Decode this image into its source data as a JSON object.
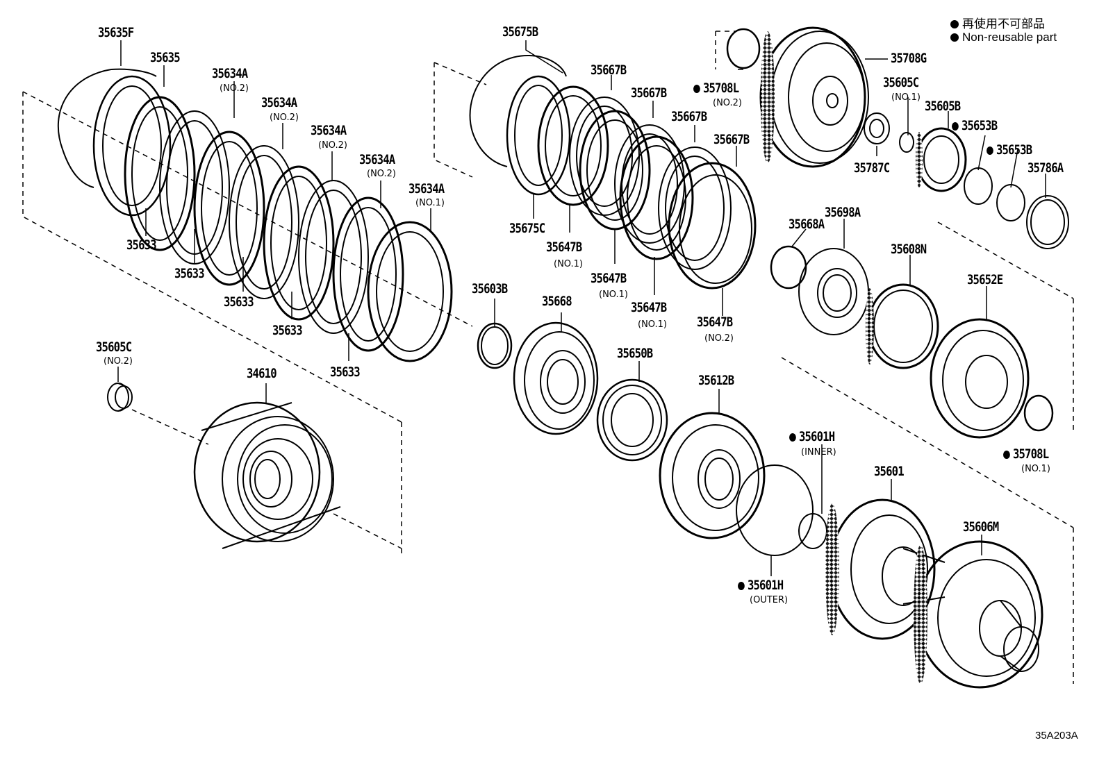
{
  "legend": {
    "line1": "再使用不可部品",
    "line2": "Non-reusable part"
  },
  "figure_id": "35A203A",
  "labels": [
    {
      "id": "35635F",
      "text": "35635F"
    },
    {
      "id": "35635",
      "text": "35635"
    },
    {
      "id": "35634A_a",
      "text": "35634A",
      "sub": "(NO.2)"
    },
    {
      "id": "35634A_b",
      "text": "35634A",
      "sub": "(NO.2)"
    },
    {
      "id": "35634A_c",
      "text": "35634A",
      "sub": "(NO.2)"
    },
    {
      "id": "35634A_d",
      "text": "35634A",
      "sub": "(NO.2)"
    },
    {
      "id": "35634A_e",
      "text": "35634A",
      "sub": "(NO.1)"
    },
    {
      "id": "35633_a",
      "text": "35633"
    },
    {
      "id": "35633_b",
      "text": "35633"
    },
    {
      "id": "35633_c",
      "text": "35633"
    },
    {
      "id": "35633_d",
      "text": "35633"
    },
    {
      "id": "35633_e",
      "text": "35633"
    },
    {
      "id": "35605C_2",
      "text": "35605C",
      "sub": "(NO.2)"
    },
    {
      "id": "34610",
      "text": "34610"
    },
    {
      "id": "35675B",
      "text": "35675B"
    },
    {
      "id": "35667B_a",
      "text": "35667B"
    },
    {
      "id": "35667B_b",
      "text": "35667B"
    },
    {
      "id": "35667B_c",
      "text": "35667B"
    },
    {
      "id": "35667B_d",
      "text": "35667B"
    },
    {
      "id": "35675C",
      "text": "35675C"
    },
    {
      "id": "35647B_a",
      "text": "35647B",
      "sub": "(NO.1)"
    },
    {
      "id": "35647B_b",
      "text": "35647B",
      "sub": "(NO.1)"
    },
    {
      "id": "35647B_c",
      "text": "35647B",
      "sub": "(NO.1)"
    },
    {
      "id": "35647B_d",
      "text": "35647B",
      "sub": "(NO.2)"
    },
    {
      "id": "35603B",
      "text": "35603B"
    },
    {
      "id": "35668",
      "text": "35668"
    },
    {
      "id": "35650B",
      "text": "35650B"
    },
    {
      "id": "35612B",
      "text": "35612B"
    },
    {
      "id": "35708L_2",
      "text": "35708L",
      "sub": "(NO.2)",
      "nonreusable": true
    },
    {
      "id": "35708G",
      "text": "35708G"
    },
    {
      "id": "35605C_1",
      "text": "35605C",
      "sub": "(NO.1)"
    },
    {
      "id": "35605B",
      "text": "35605B"
    },
    {
      "id": "35653B_a",
      "text": "35653B",
      "nonreusable": true
    },
    {
      "id": "35653B_b",
      "text": "35653B",
      "nonreusable": true
    },
    {
      "id": "35787C",
      "text": "35787C"
    },
    {
      "id": "35786A",
      "text": "35786A"
    },
    {
      "id": "35668A",
      "text": "35668A"
    },
    {
      "id": "35698A",
      "text": "35698A"
    },
    {
      "id": "35608N",
      "text": "35608N"
    },
    {
      "id": "35652E",
      "text": "35652E"
    },
    {
      "id": "35708L_1",
      "text": "35708L",
      "sub": "(NO.1)",
      "nonreusable": true
    },
    {
      "id": "35601H_in",
      "text": "35601H",
      "sub": "(INNER)",
      "nonreusable": true
    },
    {
      "id": "35601H_out",
      "text": "35601H",
      "sub": "(OUTER)",
      "nonreusable": true
    },
    {
      "id": "35601",
      "text": "35601"
    },
    {
      "id": "35606M",
      "text": "35606M"
    }
  ]
}
